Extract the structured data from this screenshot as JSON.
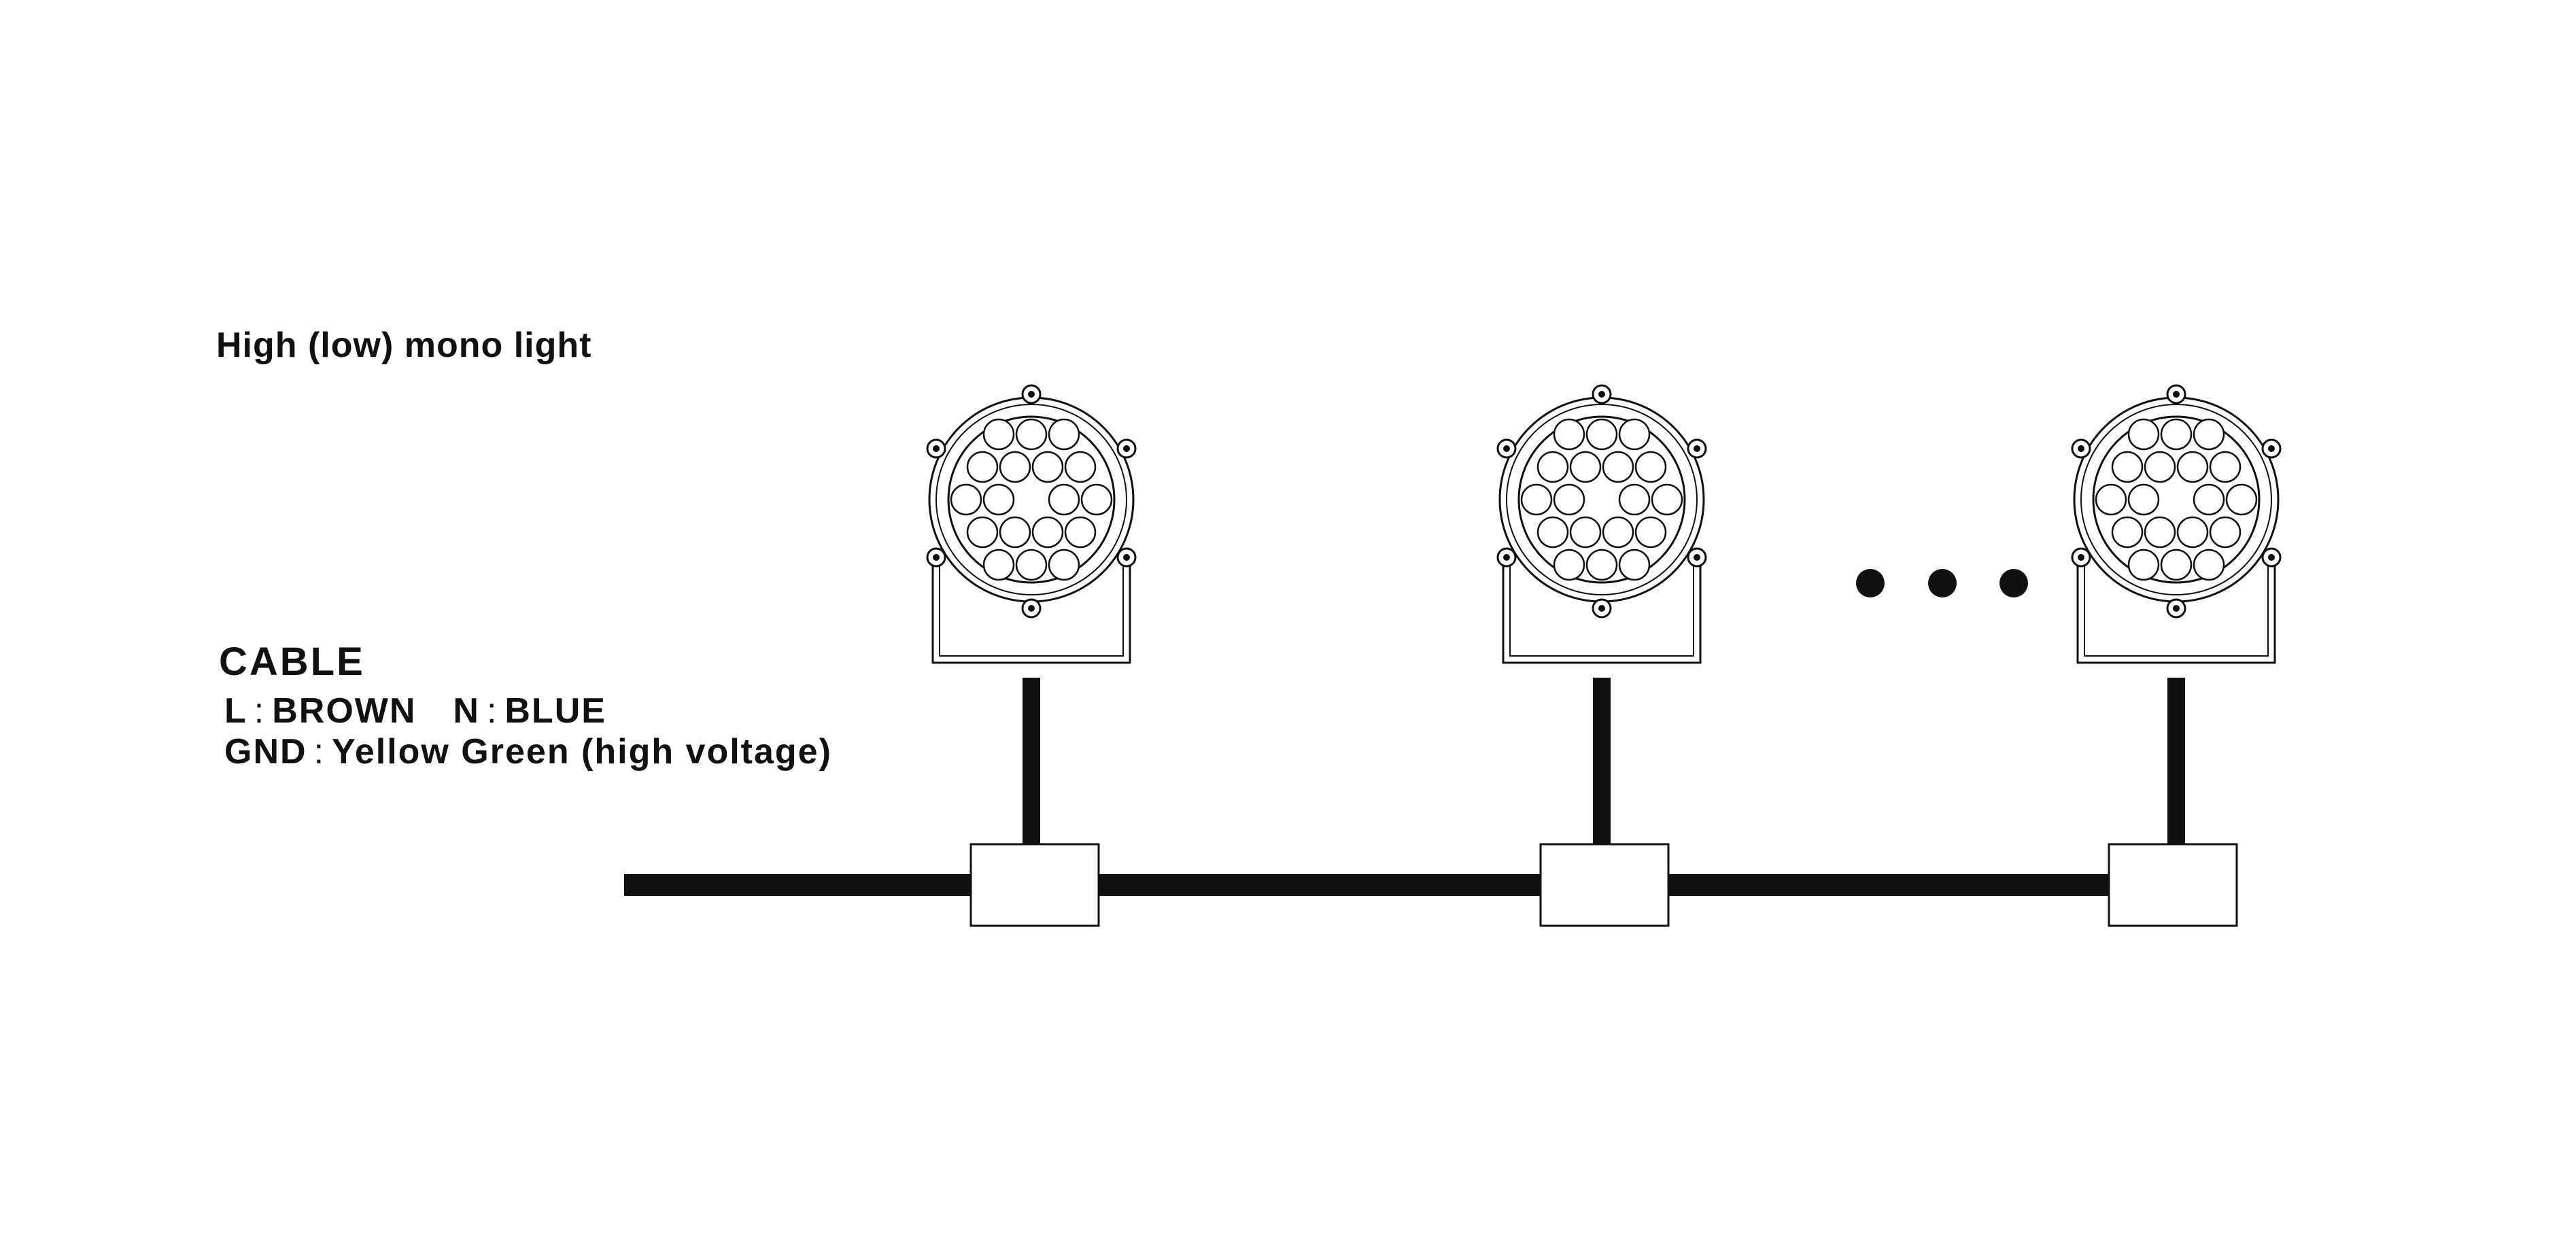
{
  "title": "High (low) mono light",
  "cable": {
    "heading": "CABLE",
    "live_key": "L",
    "live_value": "BROWN",
    "neutral_key": "N",
    "neutral_value": "BLUE",
    "ground_key": "GND",
    "ground_value": "Yellow Green (high voltage)",
    "separator": ":"
  },
  "fixtures": [
    {
      "name": "light-fixture-1",
      "led_count": 18,
      "icon": "spotlight-icon"
    },
    {
      "name": "light-fixture-2",
      "led_count": 18,
      "icon": "spotlight-icon"
    },
    {
      "name": "light-fixture-3",
      "led_count": 18,
      "icon": "spotlight-icon"
    }
  ],
  "continuation": {
    "dots": 3,
    "icon": "ellipsis-dots"
  },
  "colors": {
    "line": "#111111",
    "background": "#ffffff"
  }
}
